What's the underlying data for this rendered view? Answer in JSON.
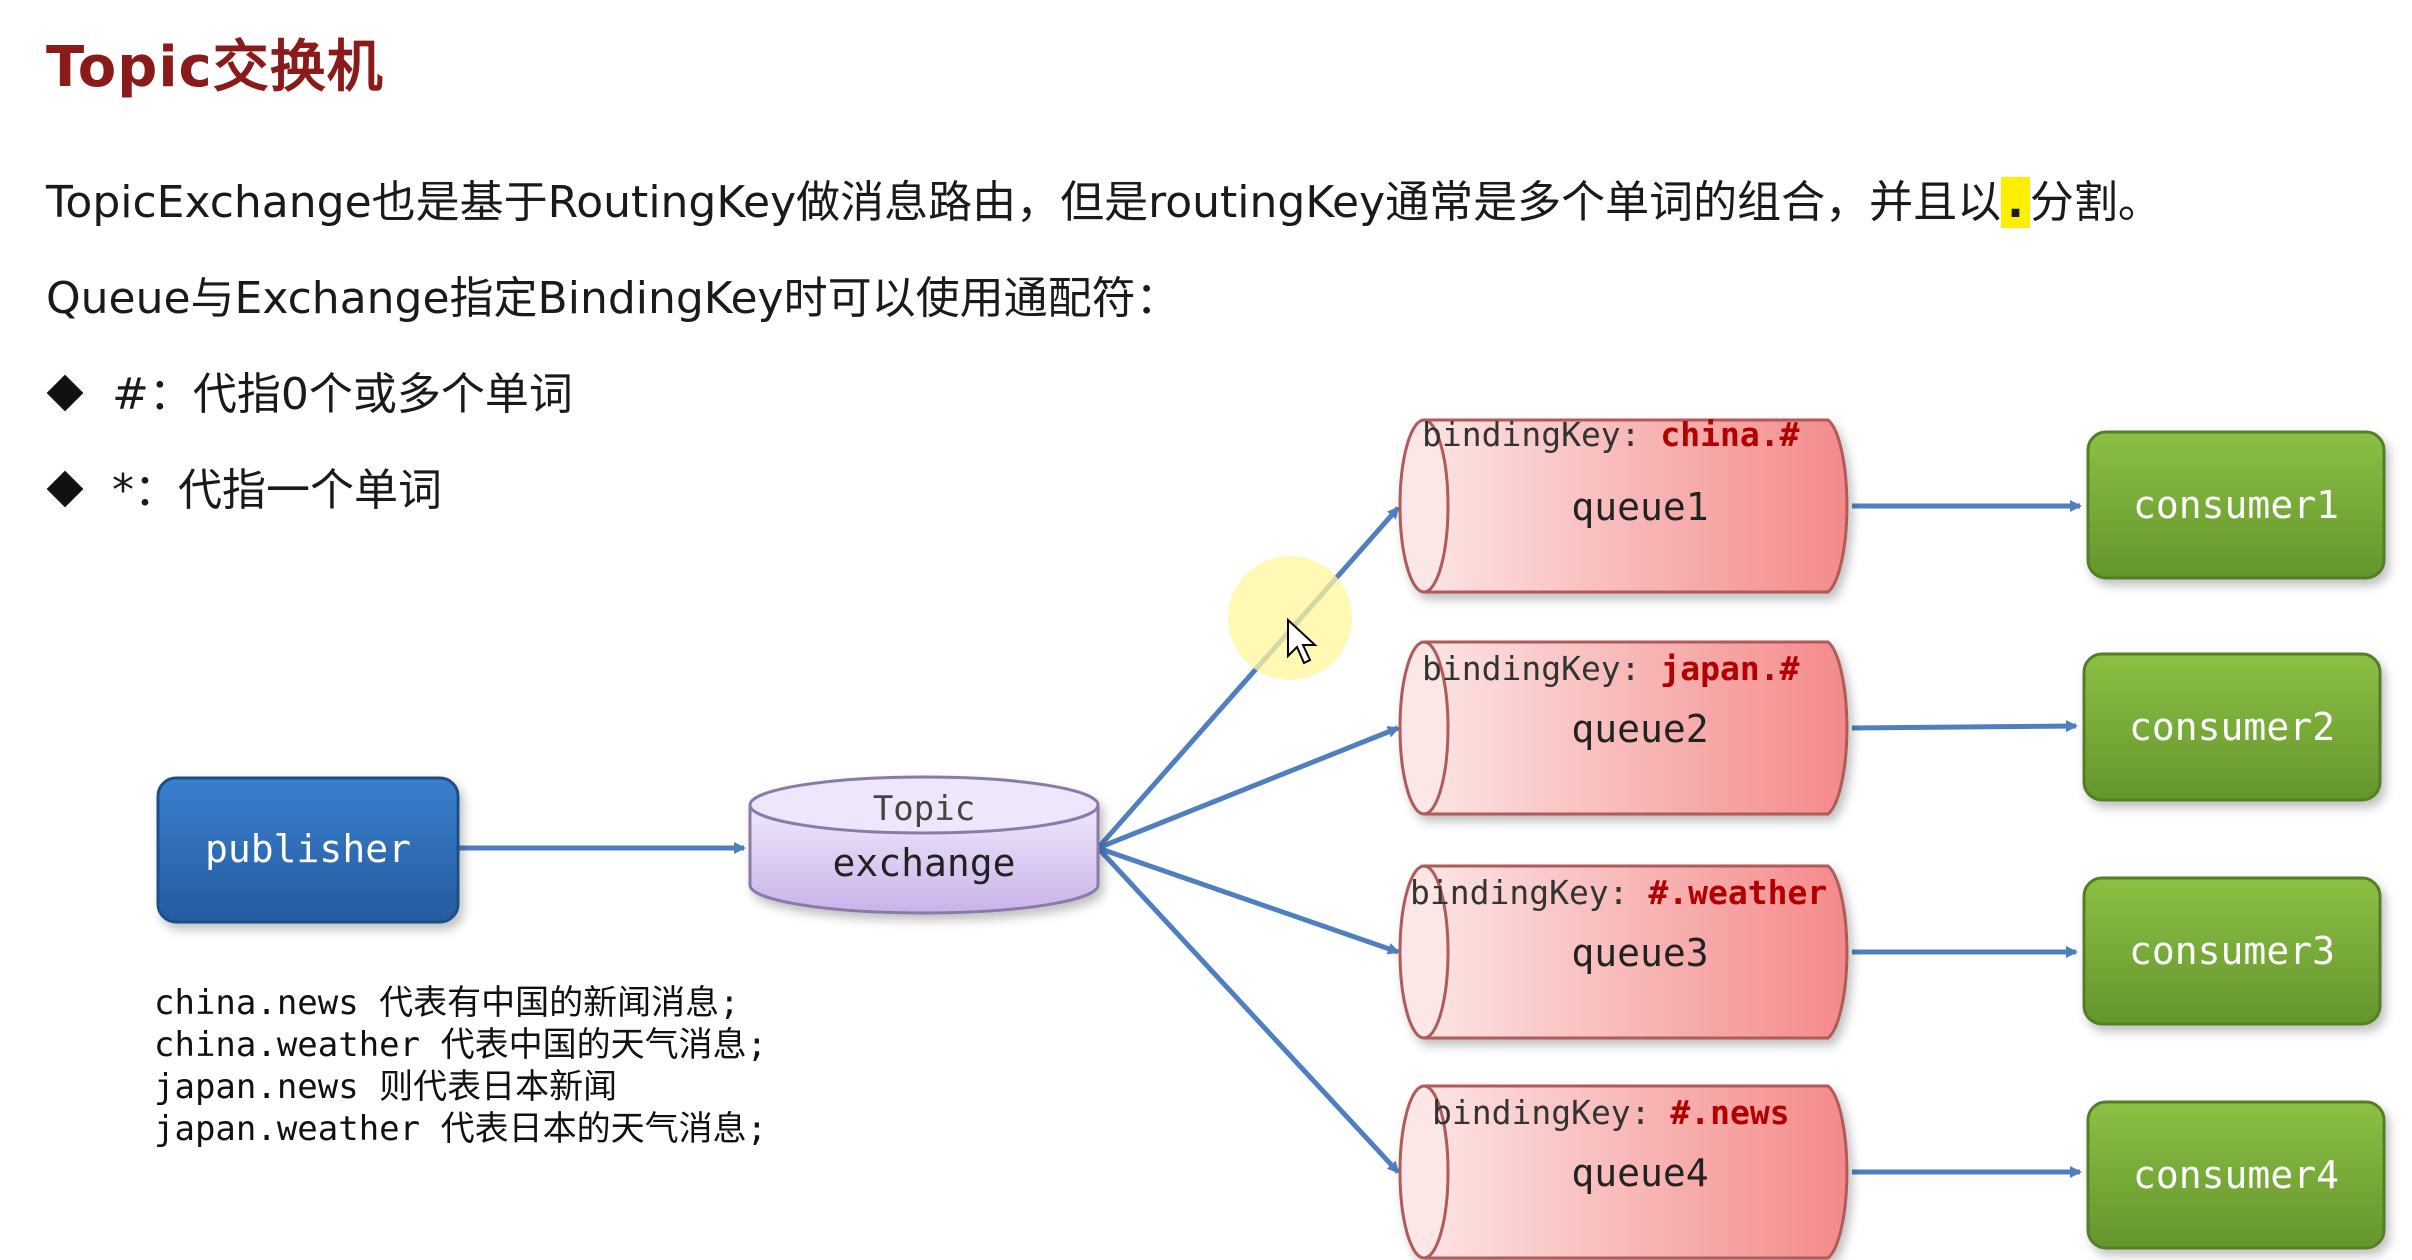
{
  "title": "Topic交换机",
  "intro_before": "TopicExchange也是基于RoutingKey做消息路由，但是routingKey通常是多个单词的组合，并且以",
  "intro_dot": ".",
  "intro_after": "分割。",
  "wildcard_line": "Queue与Exchange指定BindingKey时可以使用通配符：",
  "bullets": [
    "#：代指0个或多个单词",
    "*：代指一个单词"
  ],
  "publisher_label": "publisher",
  "exchange_top": "Topic",
  "exchange_label": "exchange",
  "binding_prefix": "bindingKey: ",
  "queues": [
    {
      "name": "queue1",
      "key": "china.#",
      "consumer": "consumer1"
    },
    {
      "name": "queue2",
      "key": "japan.#",
      "consumer": "consumer2"
    },
    {
      "name": "queue3",
      "key": "#.weather",
      "consumer": "consumer3"
    },
    {
      "name": "queue4",
      "key": "#.news",
      "consumer": "consumer4"
    }
  ],
  "notes": [
    "china.news 代表有中国的新闻消息;",
    "china.weather 代表中国的天气消息;",
    "japan.news 则代表日本新闻",
    "japan.weather 代表日本的天气消息;"
  ],
  "colors": {
    "title": "#8b1a1a",
    "publisher": "#2f6db5",
    "exchange": "#d9c8f2",
    "queue": "#f7a6a6",
    "consumer": "#77a83a",
    "arrow": "#4f7fbf",
    "key": "#b00000"
  }
}
